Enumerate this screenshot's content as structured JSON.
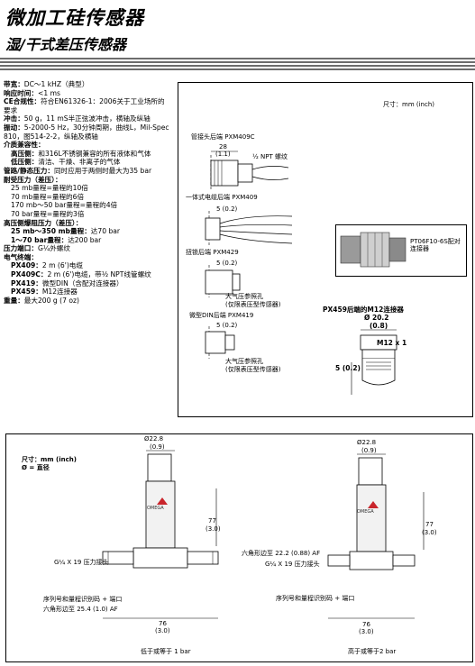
{
  "header": {
    "title": "微加工硅传感器",
    "subtitle": "湿/干式差压传感器"
  },
  "specs": {
    "bandwidth": {
      "label": "带宽",
      "value": "DC～1 kHZ（典型）"
    },
    "response": {
      "label": "响应时间",
      "value": "<1 ms"
    },
    "ce": {
      "label": "CE合规性",
      "value": "符合EN61326-1：2006关于工业场所的要求"
    },
    "shock": {
      "label": "冲击",
      "value": "50 g，11 mS半正弦波冲击，横轴及纵轴"
    },
    "vibration": {
      "label": "振动",
      "value": "5-2000-5 Hz，30分钟周期，曲线L，Mil-Spec 810，图514-2-2，纵轴及横轴"
    },
    "media": {
      "label": "介质兼容性"
    },
    "high_side": {
      "label": "高压侧",
      "value": "和316L不锈钢兼容的所有液体和气体"
    },
    "low_side": {
      "label": "低压侧",
      "value": "清洁、干燥、非离子的气体"
    },
    "line": {
      "label": "管路/静态压力",
      "value": "同时应用于两侧时最大为35 bar"
    },
    "overpressure": {
      "label": "耐受压力（差压）"
    },
    "op1": "25 mb量程=量程的10倍",
    "op2": "70 mb量程=量程的6倍",
    "op3": "170 mb～50 bar量程=量程的4倍",
    "op4": "70 bar量程=量程的3倍",
    "high_side_burst": {
      "label": "高压侧爆阻压力（差压）"
    },
    "b1_label": "25 mb～350 mb量程",
    "b1_value": "达70 bar",
    "b2_label": "1～70 bar量程",
    "b2_value": "达200 bar",
    "port": {
      "label": "压力端口",
      "value": "G¼外螺纹"
    },
    "electrical": {
      "label": "电气终端"
    },
    "e1_label": "PX409",
    "e1_value": "2 m (6')电缆",
    "e2_label": "PX409C",
    "e2_value": "2 m (6')电缆，带½ NPT线管螺纹",
    "e3_label": "PX419",
    "e3_value": "微型DIN（含配对连接器）",
    "e4_label": "PX459",
    "e4_value": "M12连接器",
    "weight": {
      "label": "重量",
      "value": "最大200 g (7 oz)"
    }
  },
  "top_diagram": {
    "dims_note": "尺寸：mm (inch)",
    "conduit_label": "管接头后端 PXM409C",
    "conduit_dim": "28",
    "conduit_dim_in": "(1.1)",
    "conduit_thread": "½ NPT 螺纹",
    "cable_label": "一体式电缆后端 PXM409",
    "cable_dim": "5 (0.2)",
    "twist_label": "扭锁后端 PXM429",
    "twist_dim": "5 (0.2)",
    "vent_label": "大气压参照孔",
    "vent_note": "(仅限表压型传感器)",
    "din_label": "微型DIN后端 PXM419",
    "din_dim": "5 (0.2)",
    "vent_label2": "大气压参照孔",
    "vent_note2": "(仅限表压型传感器)",
    "connector_label": "PT06F10-6S配对连接器",
    "m12_title": "PX459后端的M12连接器",
    "m12_dia": "Ø 20.2",
    "m12_dia_in": "(0.8)",
    "m12_thread": "M12 x 1",
    "m12_dim": "5 (0.2)"
  },
  "bottom_diagram": {
    "dims_note": "尺寸：mm (inch)",
    "dia_note": "Ø = 直径",
    "left_dia": "Ø22.8",
    "left_dia_in": "(0.9)",
    "left_height": "77",
    "left_height_in": "(3.0)",
    "left_port": "G¼ X 19 压力接头",
    "left_serial": "序列号和量程识别码 + 端口",
    "left_hex": "六角形边至 25.4 (1.0) AF",
    "left_width": "76",
    "left_width_in": "(3.0)",
    "left_caption": "低于或等于 1 bar",
    "right_dia": "Ø22.8",
    "right_dia_in": "(0.9)",
    "right_hex": "六角形边至 22.2 (0.88) AF",
    "right_port": "G¼ X 19 压力接头",
    "right_height": "77",
    "right_height_in": "(3.0)",
    "right_serial": "序列号和量程识别码 + 端口",
    "right_width": "76",
    "right_width_in": "(3.0)",
    "right_caption": "高于或等于2 bar",
    "brand": "OMEGA"
  }
}
